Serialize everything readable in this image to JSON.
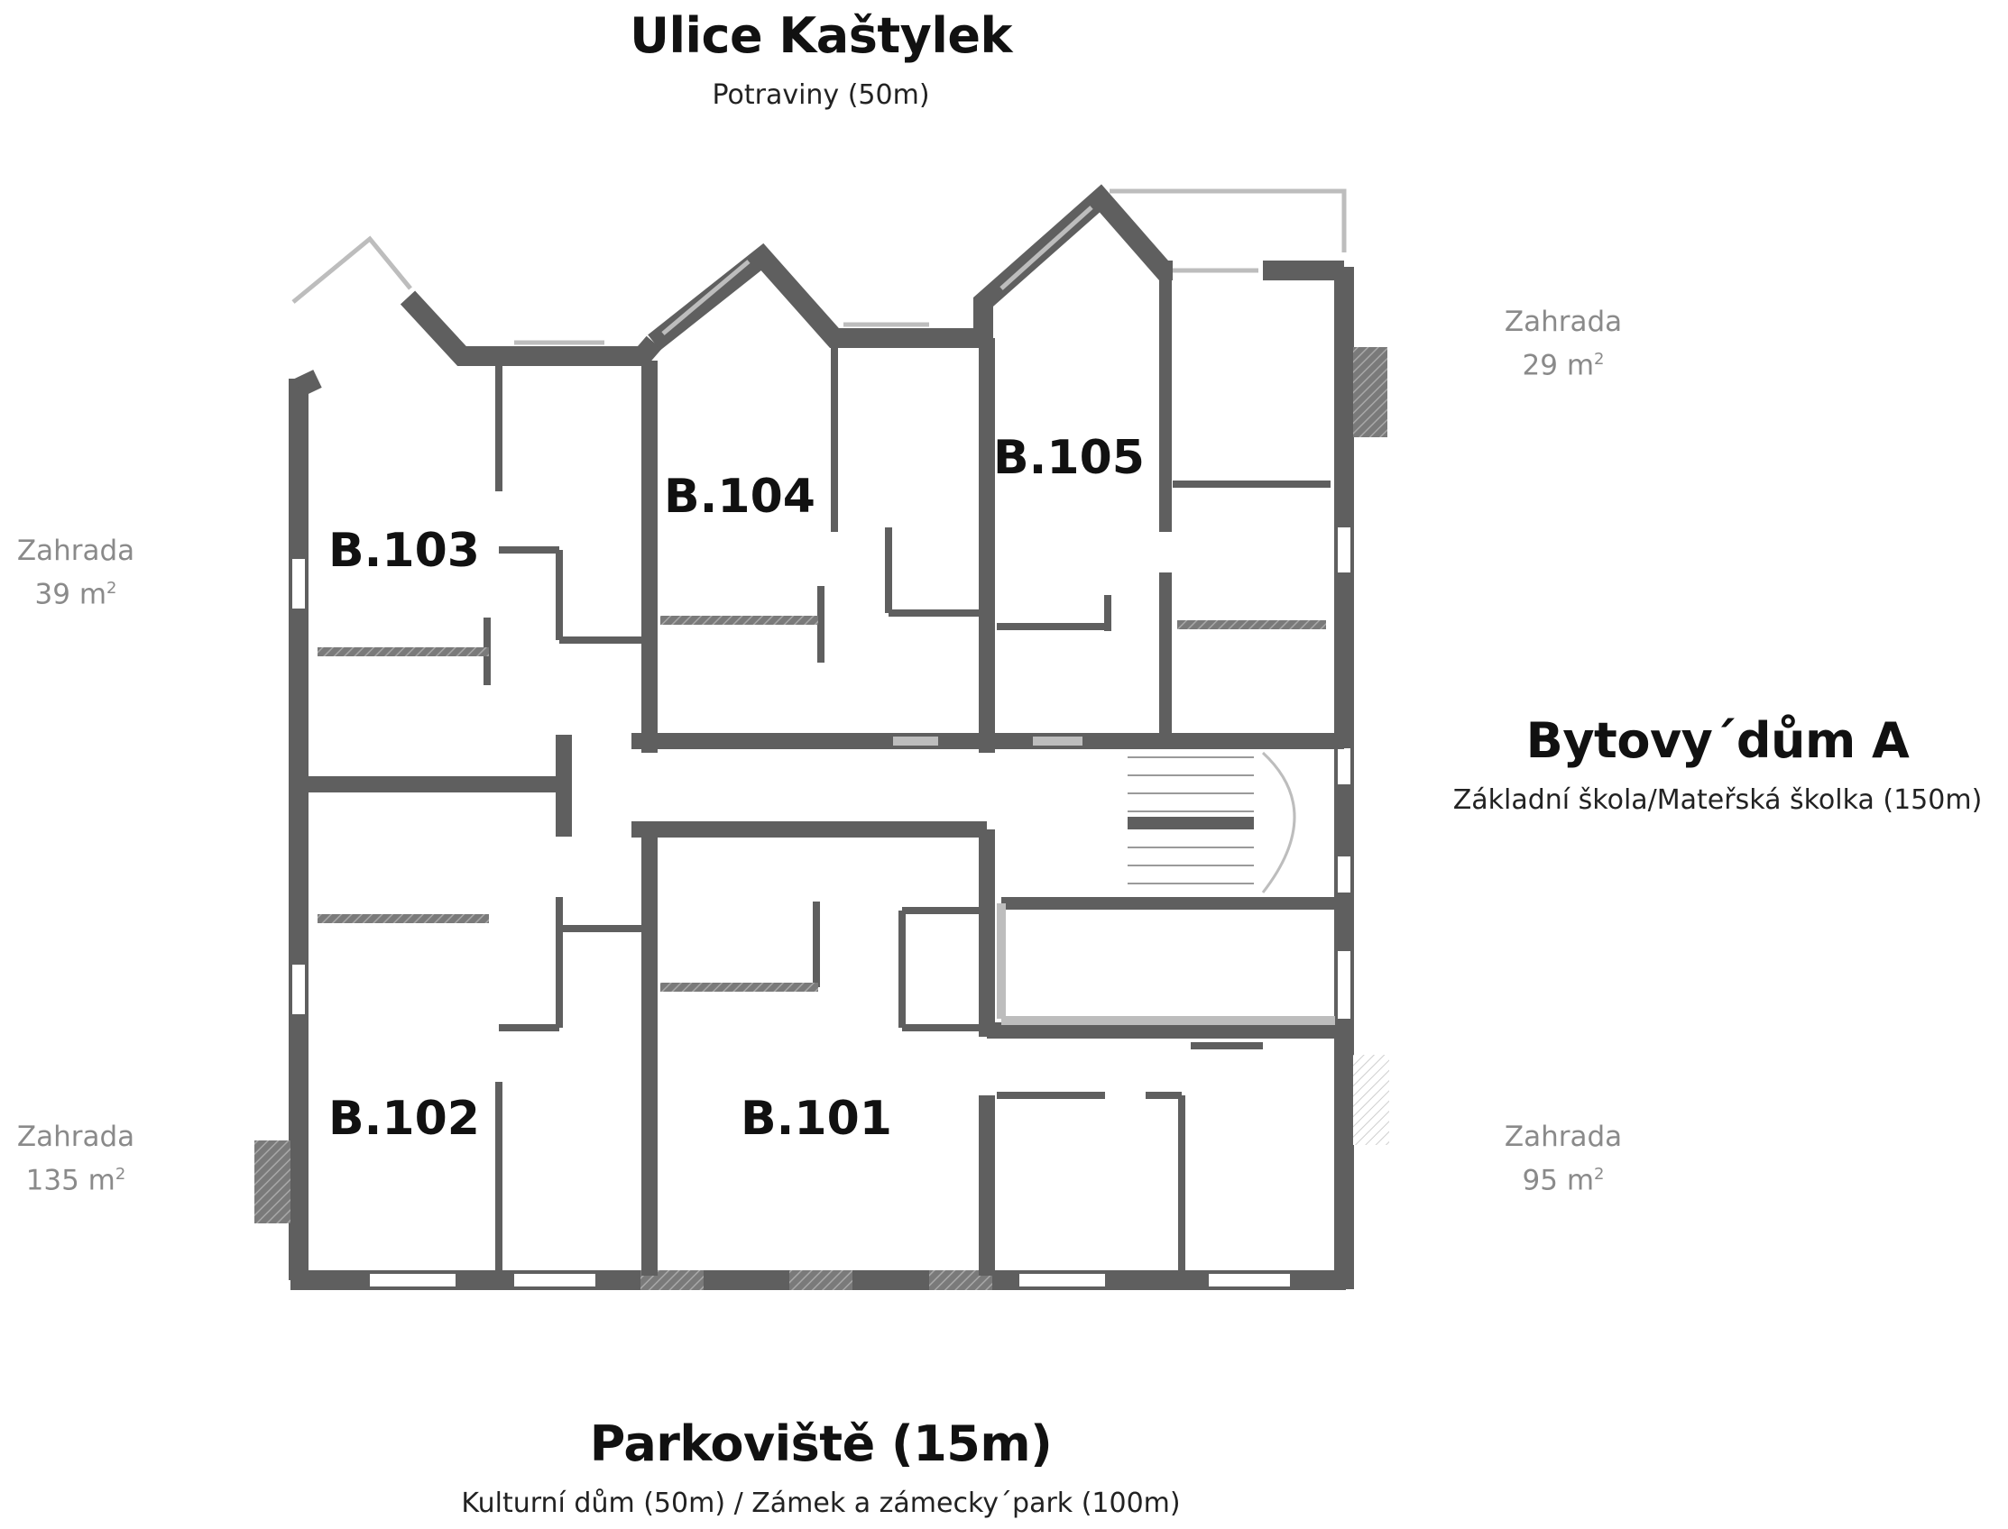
{
  "streets": {
    "top": {
      "title": "Ulice Kaštylek",
      "subtitle": "Potraviny (50m)"
    },
    "right": {
      "title": "Bytovy´dům A",
      "subtitle": "Základní škola/Mateřská školka (150m)"
    },
    "bottom": {
      "title": "Parkoviště (15m)",
      "subtitle": "Kulturní dům (50m) / Zámek a zámecky´park (100m)"
    }
  },
  "gardens": [
    {
      "label": "Zahrada",
      "area": "29 m",
      "sup": "2"
    },
    {
      "label": "Zahrada",
      "area": "39 m",
      "sup": "2"
    },
    {
      "label": "Zahrada",
      "area": "135 m",
      "sup": "2"
    },
    {
      "label": "Zahrada",
      "area": "95 m",
      "sup": "2"
    }
  ],
  "units": [
    "B.103",
    "B.104",
    "B.105",
    "B.102",
    "B.101"
  ],
  "colors": {
    "wall": "#5f5f5f",
    "glass": "#bdbdbd",
    "hatch": "#8c8c8c",
    "garden_text": "#8a8a8a"
  }
}
